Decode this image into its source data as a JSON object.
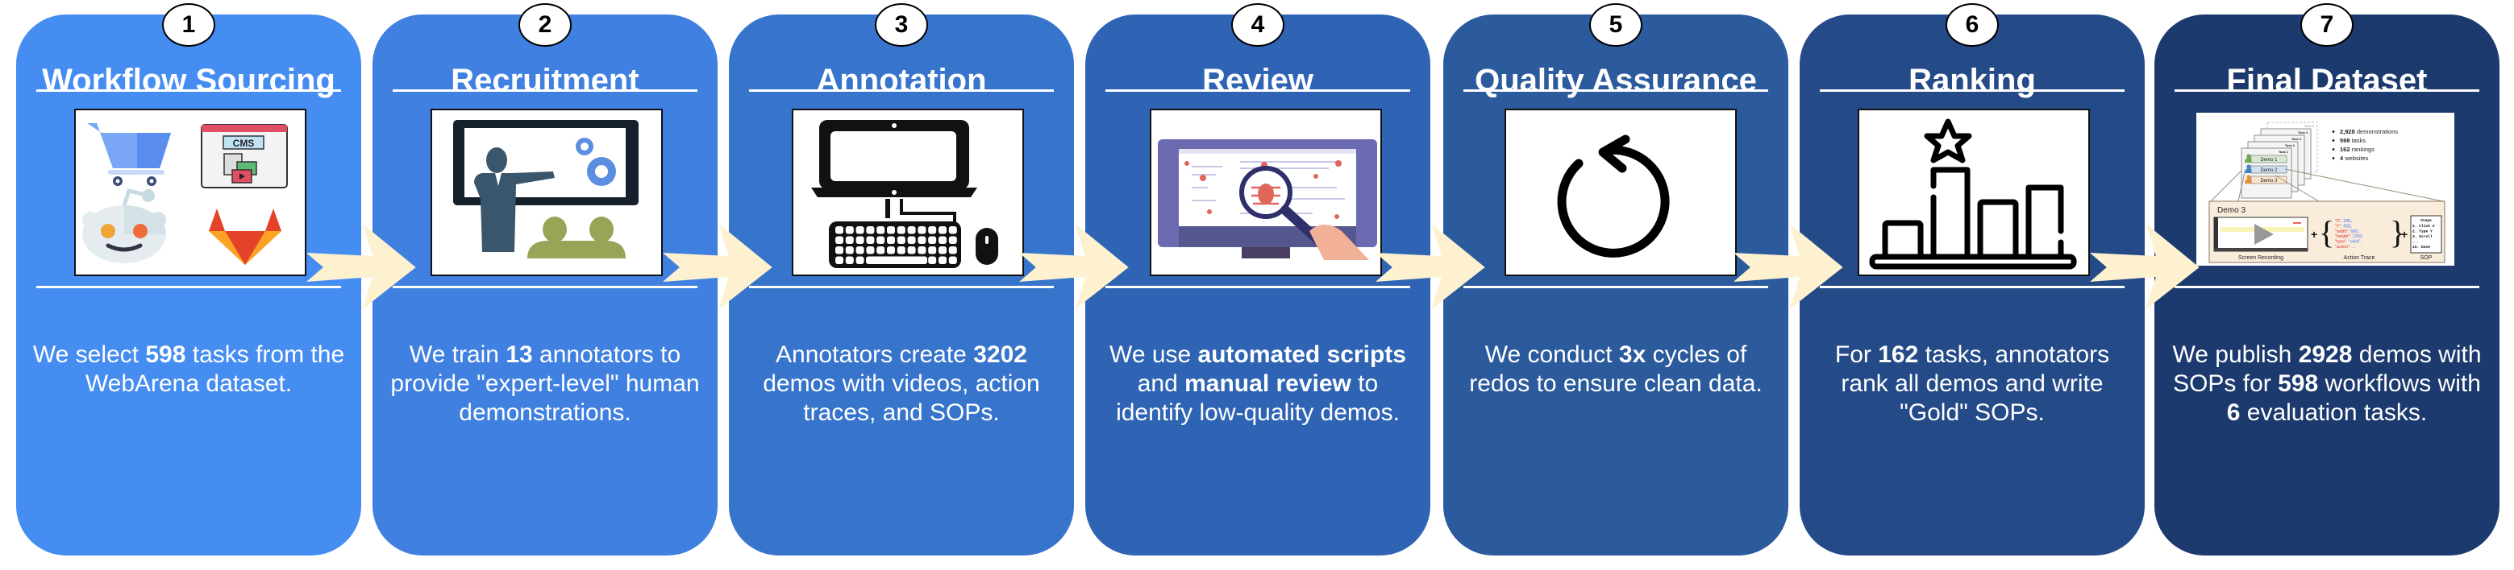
{
  "colors": {
    "panel_1": "#468DF2",
    "panel_2": "#3F80E0",
    "panel_3": "#3774CC",
    "panel_4": "#2F64B5",
    "panel_5": "#2B5A9D",
    "panel_6": "#244A88",
    "panel_7": "#1C3A6E",
    "arrow": "#FDF1D0"
  },
  "steps": [
    {
      "number": "1",
      "title": "Workflow Sourcing",
      "image_icons": [
        "shopping-cart-icon",
        "cms-icon",
        "reddit-icon",
        "gitlab-icon"
      ],
      "image_labels": {
        "cms": "CMS"
      },
      "desc": [
        {
          "t": "We select ",
          "b": false
        },
        {
          "t": "598",
          "b": true
        },
        {
          "t": " tasks from the WebArena dataset.",
          "b": false
        }
      ]
    },
    {
      "number": "2",
      "title": "Recruitment",
      "image_icons": [
        "teacher-presentation-icon"
      ],
      "desc": [
        {
          "t": "We train ",
          "b": false
        },
        {
          "t": "13",
          "b": true
        },
        {
          "t": " annotators to provide \"expert-level\" human demonstrations.",
          "b": false
        }
      ]
    },
    {
      "number": "3",
      "title": "Annotation",
      "image_icons": [
        "computer-keyboard-mouse-icon"
      ],
      "desc": [
        {
          "t": "Annotators create ",
          "b": false
        },
        {
          "t": "3202",
          "b": true
        },
        {
          "t": " demos with videos, action traces, and SOPs.",
          "b": false
        }
      ]
    },
    {
      "number": "4",
      "title": "Review",
      "image_icons": [
        "bug-search-monitor-icon"
      ],
      "desc": [
        {
          "t": "We use ",
          "b": false
        },
        {
          "t": "automated scripts",
          "b": true
        },
        {
          "t": " and ",
          "b": false
        },
        {
          "t": "manual review",
          "b": true
        },
        {
          "t": " to identify low-quality demos.",
          "b": false
        }
      ]
    },
    {
      "number": "5",
      "title": "Quality Assurance",
      "image_icons": [
        "redo-cycle-icon"
      ],
      "desc": [
        {
          "t": "We conduct ",
          "b": false
        },
        {
          "t": "3x",
          "b": true
        },
        {
          "t": " cycles of redos to ensure clean data.",
          "b": false
        }
      ]
    },
    {
      "number": "6",
      "title": "Ranking",
      "image_icons": [
        "ranking-bar-chart-star-icon"
      ],
      "desc": [
        {
          "t": "For ",
          "b": false
        },
        {
          "t": "162",
          "b": true
        },
        {
          "t": " tasks, annotators rank all demos and write \"Gold\" SOPs.",
          "b": false
        }
      ]
    },
    {
      "number": "7",
      "title": "Final Dataset",
      "image_icons": [
        "dataset-overview-figure"
      ],
      "desc": [
        {
          "t": "We publish ",
          "b": false
        },
        {
          "t": "2928",
          "b": true
        },
        {
          "t": " demos with SOPs for ",
          "b": false
        },
        {
          "t": "598",
          "b": true
        },
        {
          "t": " workflows with ",
          "b": false
        },
        {
          "t": "6",
          "b": true
        },
        {
          "t": " evaluation tasks.",
          "b": false
        }
      ]
    }
  ],
  "final_dataset_figure": {
    "task_stack": [
      "Task 5",
      "Task 4",
      "Task 3",
      "Task 2",
      "Task 1"
    ],
    "demos": [
      "Demo 1",
      "Demo 2",
      "Demo 3"
    ],
    "demo_colors": [
      "#6aa84f",
      "#3d85c6",
      "#e69138"
    ],
    "stats": [
      {
        "value": "2,928",
        "label": " demonstrations"
      },
      {
        "value": "598",
        "label": " tasks"
      },
      {
        "value": "162",
        "label": " rankings"
      },
      {
        "value": "4",
        "label": " websites"
      }
    ],
    "detail_title": "Demo 3",
    "captions": [
      "Screen Recording",
      "Action Trace",
      "SOP"
    ],
    "action_trace": [
      {
        "k": "\"X\"",
        "v": "240"
      },
      {
        "k": "\"Y\"",
        "v": "503"
      },
      {
        "k": "\"width\"",
        "v": "600"
      },
      {
        "k": "\"height\"",
        "v": "1200"
      },
      {
        "k": "\"type\"",
        "v": "\"click\""
      },
      {
        "k": "\"action\"",
        "v": "..."
      }
    ],
    "sop": {
      "title": "Steps",
      "lines": [
        "1. Click X",
        "2. Type Y",
        "3. Scroll",
        "...",
        "10. Done"
      ]
    }
  }
}
